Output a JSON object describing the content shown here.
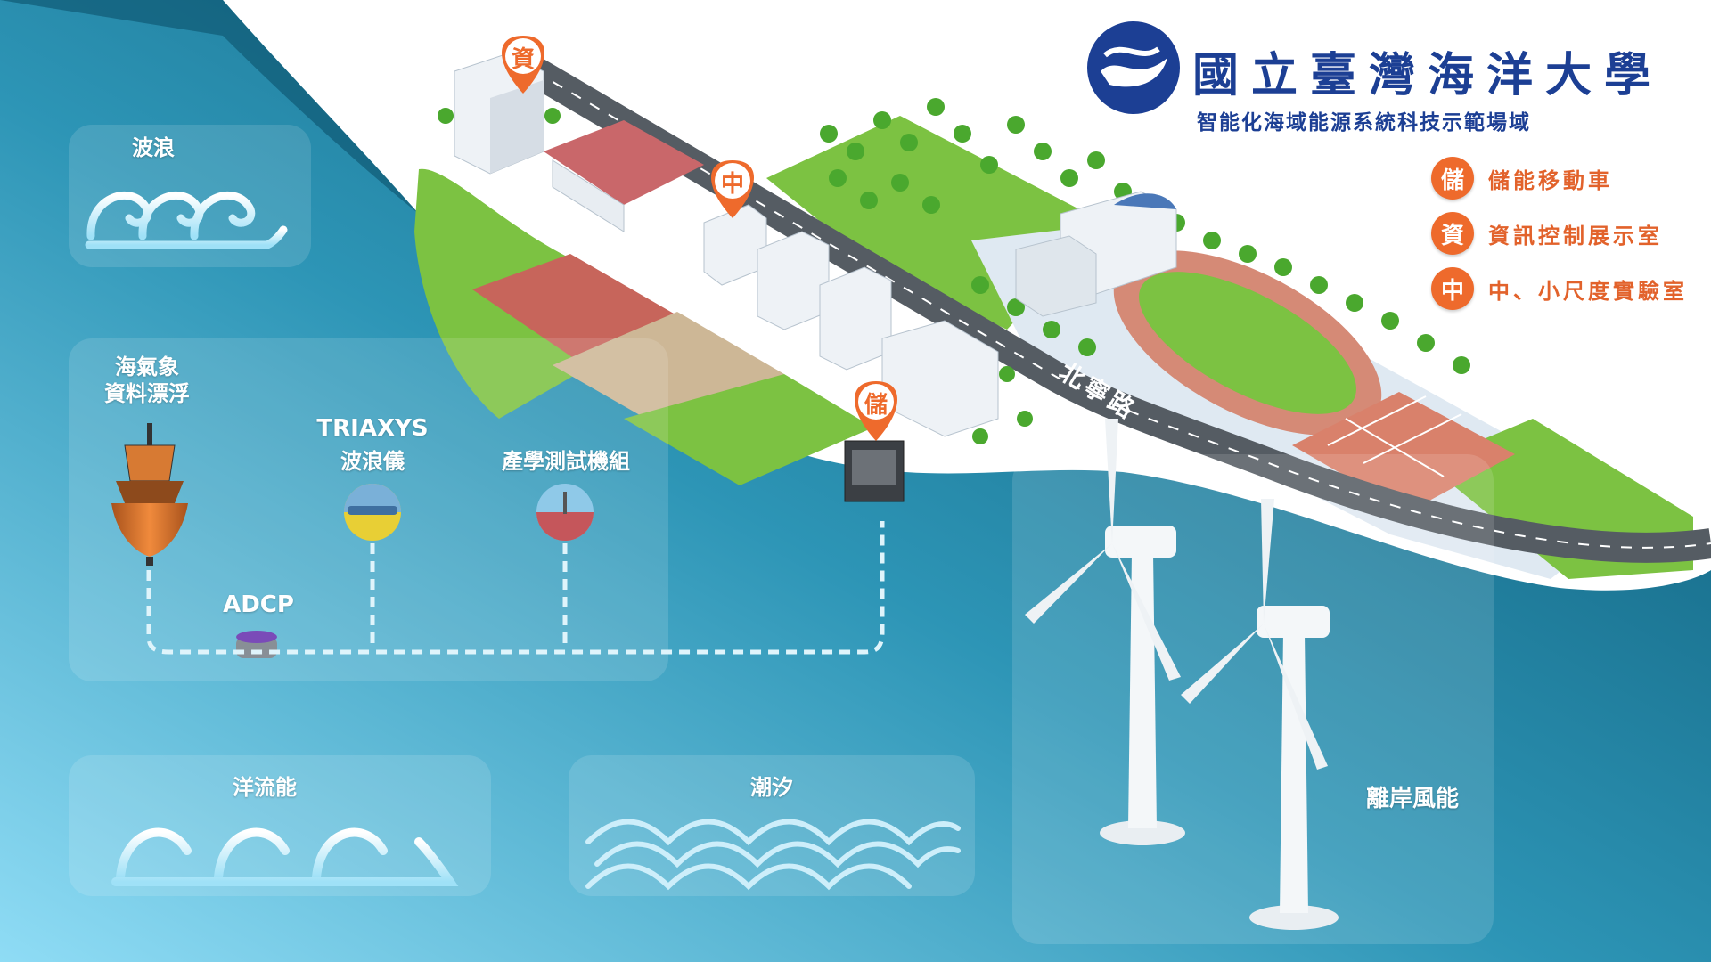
{
  "university": {
    "title": "國立臺灣海洋大學",
    "subtitle": "智能化海域能源系統科技示範場域"
  },
  "legend": [
    {
      "badge": "儲",
      "label": "儲能移動車"
    },
    {
      "badge": "資",
      "label": "資訊控制展示室"
    },
    {
      "badge": "中",
      "label": "中、小尺度實驗室"
    }
  ],
  "map_pins": {
    "info": "資",
    "lab": "中",
    "storage": "儲"
  },
  "road_label": "北寧路",
  "energy_panels": {
    "wave": "波浪",
    "ocean_current": "洋流能",
    "tidal": "潮汐",
    "offshore_wind": "離岸風能"
  },
  "instruments": {
    "buoy_line1": "海氣象",
    "buoy_line2": "資料漂浮",
    "triaxys_line1": "TRIAXYS",
    "triaxys_line2": "波浪儀",
    "test_unit": "產學測試機組",
    "adcp": "ADCP"
  },
  "colors": {
    "brand_blue": "#1c3f94",
    "accent_orange": "#ee6a2c",
    "sea_dark": "#0c5f7a",
    "sea_light": "#7fd4ef",
    "grass": "#7cc242"
  }
}
